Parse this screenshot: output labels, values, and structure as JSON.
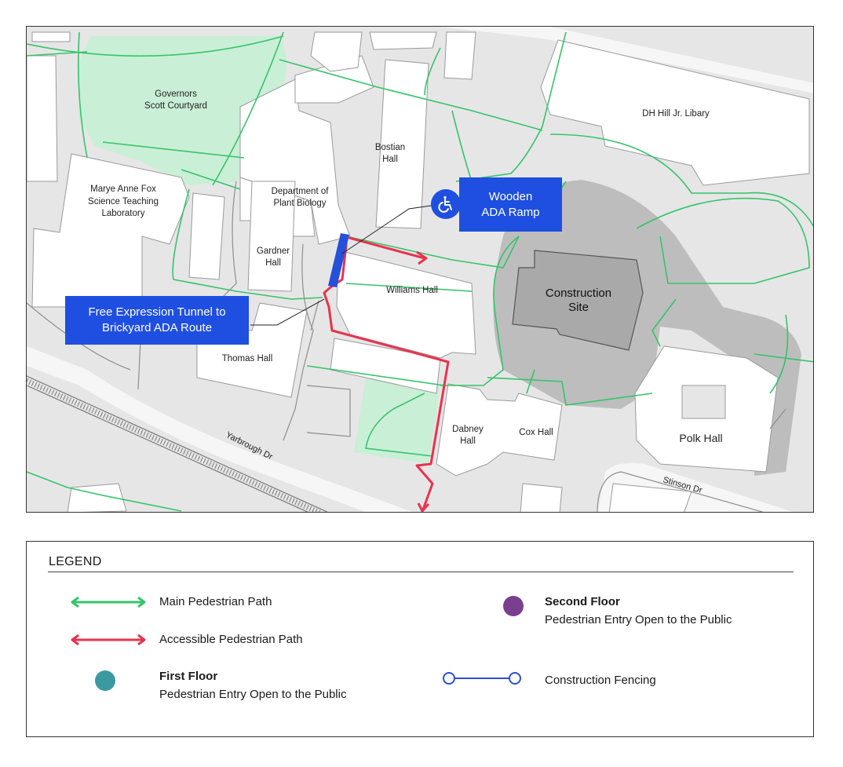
{
  "map": {
    "buildings": {
      "governors": [
        "Governors",
        "Scott Courtyard"
      ],
      "fox": [
        "Marye Anne Fox",
        "Science Teaching",
        "Laboratory"
      ],
      "plant_bio": [
        "Department of",
        "Plant Biology"
      ],
      "bostian": [
        "Bostian",
        "Hall"
      ],
      "dh_hill": "DH Hill Jr. Libary",
      "gardner": [
        "Gardner",
        "Hall"
      ],
      "williams": "Williams Hall",
      "construction": [
        "Construction",
        "Site"
      ],
      "thomas": "Thomas Hall",
      "dabney": [
        "Dabney",
        "Hall"
      ],
      "cox": "Cox Hall",
      "polk": "Polk Hall"
    },
    "streets": {
      "yarbrough": "Yarbrough Dr",
      "stinson": "Stinson Dr"
    },
    "callouts": {
      "ramp": [
        "Wooden",
        "ADA Ramp"
      ],
      "tunnel": [
        "Free Expression Tunnel to",
        "Brickyard ADA Route"
      ]
    },
    "ramp_icon": "wheelchair-icon"
  },
  "legend": {
    "title": "LEGEND",
    "main_path": "Main Pedestrian Path",
    "accessible_path": "Accessible Pedestrian Path",
    "first_floor_title": "First Floor",
    "first_floor_desc": "Pedestrian Entry Open to the Public",
    "second_floor_title": "Second Floor",
    "second_floor_desc": "Pedestrian Entry Open to the Public",
    "fencing": "Construction Fencing"
  },
  "colors": {
    "green_path": "#35c46a",
    "green_area": "#c9efd6",
    "red_path": "#e8334f",
    "callout_blue": "#1f4fe0",
    "first_floor": "#3a9aa0",
    "second_floor": "#7b3f8f",
    "fencing": "#2b4fcf",
    "building": "#ffffff",
    "ground": "#e6e6e6",
    "construction": "#b5b5b5"
  }
}
